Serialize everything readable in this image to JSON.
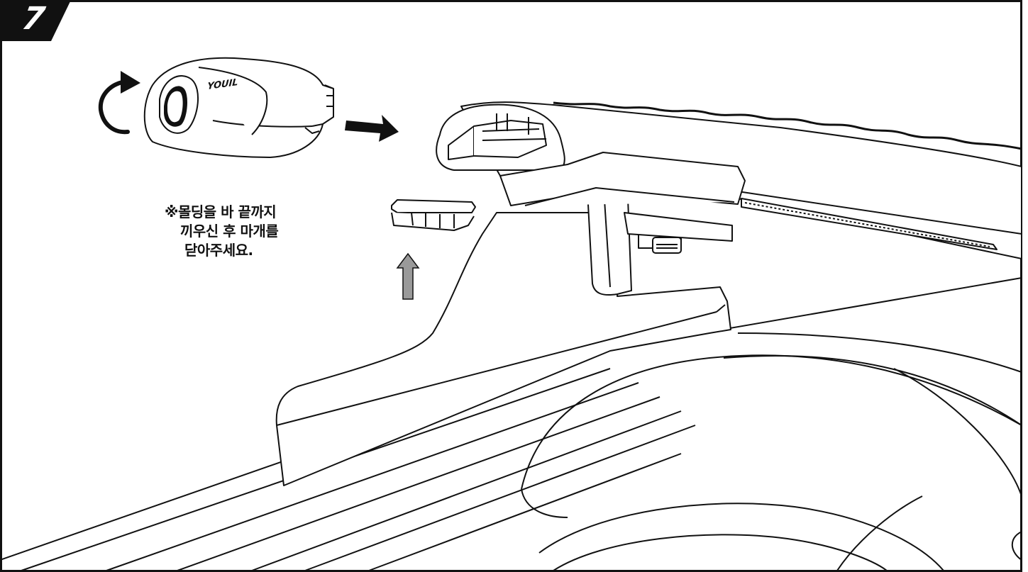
{
  "step": {
    "number": "7"
  },
  "note": {
    "line1": "※몰딩을 바 끝까지",
    "line2": "끼우신 후 마개를",
    "line3": "닫아주세요."
  },
  "end_cap": {
    "brand": "YOUIL"
  },
  "icons": {
    "rotate": "rotate-clockwise-icon",
    "insert_arrow": "arrow-right-icon",
    "up_arrow": "arrow-up-icon"
  },
  "colors": {
    "frame": "#111111",
    "up_arrow_fill": "#9a9a9a",
    "background": "#ffffff"
  }
}
